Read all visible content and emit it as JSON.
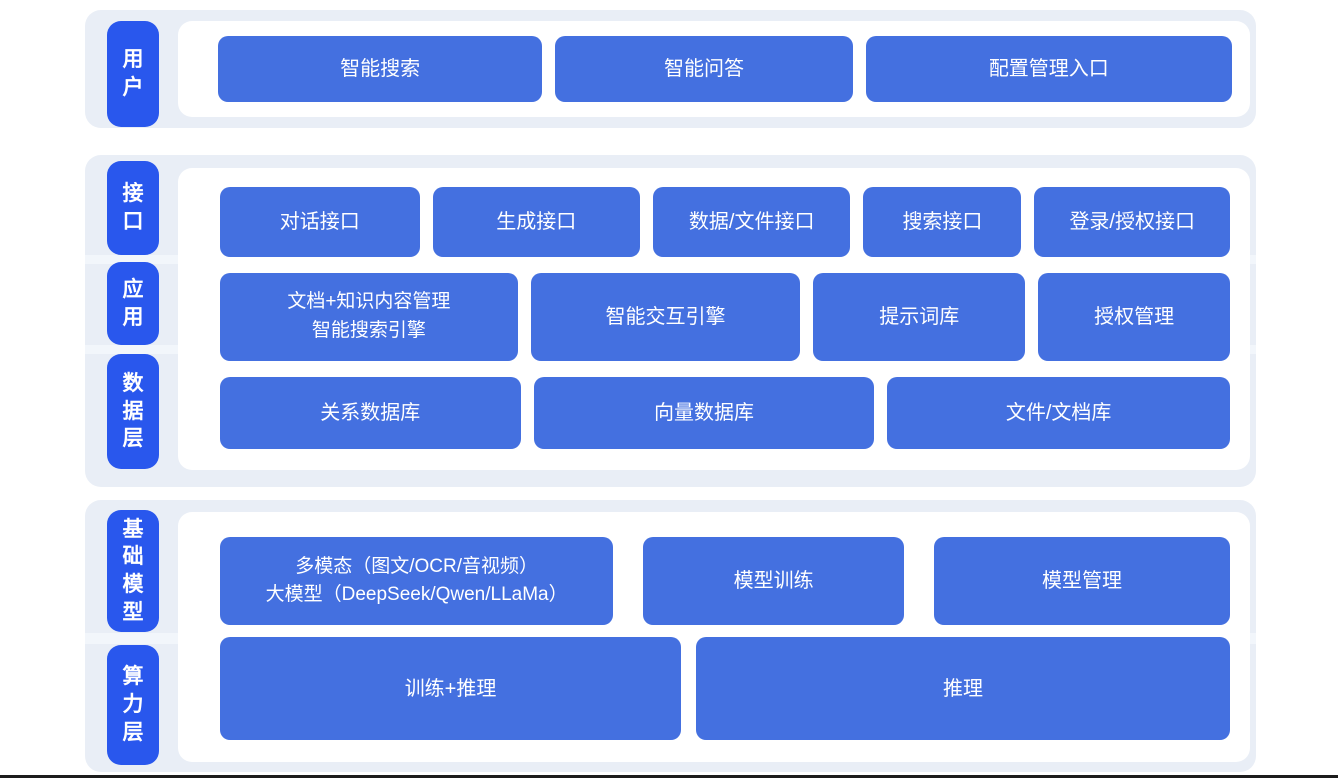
{
  "colors": {
    "page_bg": "#ffffff",
    "section_bg": "#e9eef6",
    "card_bg": "#ffffff",
    "pill_bg": "#2957ed",
    "button_bg": "#4470e0",
    "text": "#ffffff",
    "bottom_rule": "#1c1c1c"
  },
  "layers": [
    {
      "pills": [
        {
          "label": "用户"
        }
      ],
      "rows": [
        {
          "buttons": [
            {
              "label": "智能搜索"
            },
            {
              "label": "智能问答"
            },
            {
              "label": "配置管理入口"
            }
          ]
        }
      ]
    },
    {
      "pills": [
        {
          "label": "接口"
        },
        {
          "label": "应用"
        },
        {
          "label": "数据层"
        }
      ],
      "rows": [
        {
          "buttons": [
            {
              "label": "对话接口"
            },
            {
              "label": "生成接口"
            },
            {
              "label": "数据/文件接口"
            },
            {
              "label": "搜索接口"
            },
            {
              "label": "登录/授权接口"
            }
          ]
        },
        {
          "buttons": [
            {
              "lines": [
                "文档+知识内容管理",
                "智能搜索引擎"
              ]
            },
            {
              "label": "智能交互引擎"
            },
            {
              "label": "提示词库"
            },
            {
              "label": "授权管理"
            }
          ]
        },
        {
          "buttons": [
            {
              "label": "关系数据库"
            },
            {
              "label": "向量数据库"
            },
            {
              "label": "文件/文档库"
            }
          ]
        }
      ]
    },
    {
      "pills": [
        {
          "label": "基础模型"
        },
        {
          "label": "算力层"
        }
      ],
      "rows": [
        {
          "buttons": [
            {
              "lines": [
                "多模态（图文/OCR/音视频）",
                "大模型（DeepSeek/Qwen/LLaMa）"
              ]
            },
            {
              "label": "模型训练"
            },
            {
              "label": "模型管理"
            }
          ]
        },
        {
          "buttons": [
            {
              "label": "训练+推理"
            },
            {
              "label": "推理"
            }
          ]
        }
      ]
    }
  ]
}
